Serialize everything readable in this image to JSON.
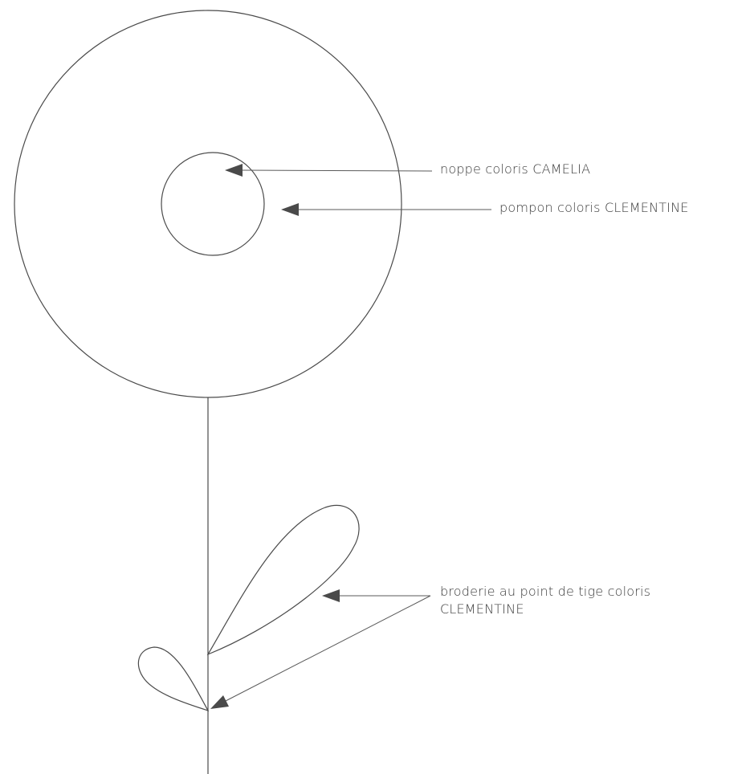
{
  "annotations": {
    "noppe": "noppe coloris CAMELIA",
    "pompon": "pompon coloris CLEMENTINE",
    "broderie_line1": "broderie au point de tige coloris",
    "broderie_line2": "CLEMENTINE"
  },
  "colors": {
    "stroke": "#4a4a4a",
    "text": "#3c3c3c",
    "background": "#ffffff"
  }
}
